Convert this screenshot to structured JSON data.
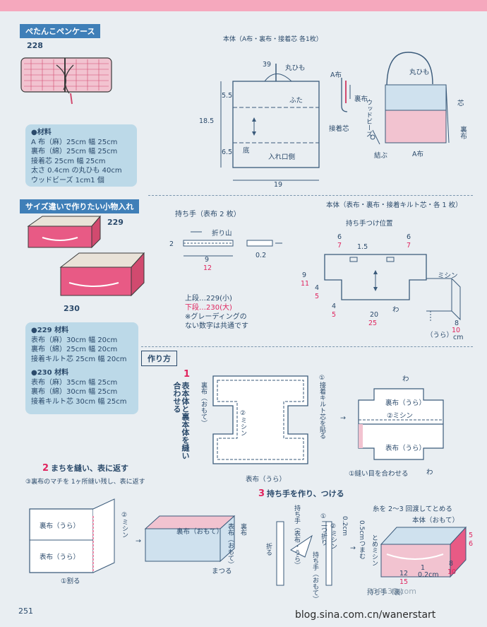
{
  "pencase": {
    "header": "ぺたんこペンケース",
    "number": "228",
    "materials_title": "●材料",
    "materials": [
      "A 布（麻）25cm 幅 25cm",
      "裏布（綿）25cm 幅 25cm",
      "接着芯 25cm 幅 25cm",
      "太さ 0.4cm の丸ひも 40cm",
      "ウッドビーズ 1cm1 個"
    ],
    "diagram_title": "本体（A布・裏布・接着芯 各1枚）",
    "dims": {
      "h": "18.5",
      "top": "5.5",
      "bottom": "6.5",
      "w": "19",
      "cord": "39"
    },
    "labels": {
      "cord": "丸ひも",
      "flap": "ふた",
      "bottom": "底",
      "opening": "入れ口側",
      "a_fabric": "A布",
      "lining": "裏布",
      "interfacing": "接着芯",
      "cord2": "丸ひも",
      "core": "芯",
      "lining2": "裏布",
      "wood": "ウッドビーズ",
      "tie": "結ぶ",
      "a_fabric2": "A布"
    }
  },
  "pouch": {
    "header": "サイズ違いで作りたい小物入れ",
    "num_a": "229",
    "num_b": "230",
    "m229_title": "●229 材料",
    "m229": [
      "表布（麻）30cm 幅 20cm",
      "裏布（綿）25cm 幅 20cm",
      "接着キルト芯 25cm 幅 20cm"
    ],
    "m230_title": "●230 材料",
    "m230": [
      "表布（麻）35cm 幅 25cm",
      "裏布（綿）30cm 幅 25cm",
      "接着キルト芯 30cm 幅 25cm"
    ],
    "handle_title": "持ち手（表布 2 枚）",
    "handle": {
      "fold": "折り山",
      "w_a": "9",
      "w_b": "12",
      "h": "2",
      "h2": "0.2"
    },
    "note": [
      "上段…229(小)",
      "下段…230(大)",
      "※グレーディングの",
      "ない数字は共通です"
    ],
    "body_title": "本体（表布・裏布・接着キルト芯・各 1 枚）",
    "body": {
      "handle_pos": "持ち手つけ位置",
      "l6": "6",
      "l7": "7",
      "c15": "1.5",
      "r6": "6",
      "r7": "7",
      "h9": "9",
      "h11": "11",
      "c4": "4",
      "c5": "5",
      "b4": "4",
      "b5": "5",
      "w20": "20",
      "w25": "25",
      "fold": "わ",
      "sew": "ミシン",
      "inner": "（うら）",
      "s8": "8",
      "s10": "10",
      "cm": "cm"
    }
  },
  "howto": {
    "header": "作り方",
    "s1_num": "1",
    "s1_text": "表本体と裏本体を縫い合わせる",
    "s1_labels": {
      "lining": "裏布（おもて）",
      "sew": "②ミシン",
      "quilt": "①接着キルト芯を貼る",
      "outer": "表布（うら）",
      "fold": "わ",
      "lining_b": "裏布（うら）",
      "sew2": "②ミシン",
      "outer_b": "表布（うら）",
      "match": "①縫い目を合わせる",
      "fold2": "わ"
    },
    "s2_num": "2",
    "s2_title": "まちを縫い、表に返す",
    "s2_note": "③裏布のマチを 1ヶ所縫い残し、表に返す",
    "s2_labels": {
      "lining": "裏布（うら）",
      "outer": "表布（うら）",
      "cut": "①割る",
      "sew": "②ミシン",
      "lining2": "裏布（おもて）",
      "outer2": "表布（おもて）",
      "hem": "まつる",
      "lining3": "裏布"
    },
    "s3_num": "3",
    "s3_title": "持ち手を作り、つける",
    "s3_labels": {
      "handle": "持ち手（表布・うら）",
      "fold": "折る",
      "fold2": "①二つ折り",
      "sew": "②ミシン",
      "dim": "0.2cm",
      "handle2": "持ち手（おもて）",
      "thread": "糸を 2〜3 回渡してとめる",
      "body": "本体（おもて）",
      "stop": "とめミシン",
      "pinch": "0.5cmつまむ",
      "handle3": "持ち手（裏）",
      "n12": "12",
      "n15": "15",
      "n8": "8",
      "n10": "10",
      "n5": "5",
      "n6": "6",
      "c02": "0.2cm",
      "n1": "1"
    }
  },
  "page_number": "251",
  "watermark": "blog.sina.com.cn/wanerstart",
  "logo": "POP136.com"
}
